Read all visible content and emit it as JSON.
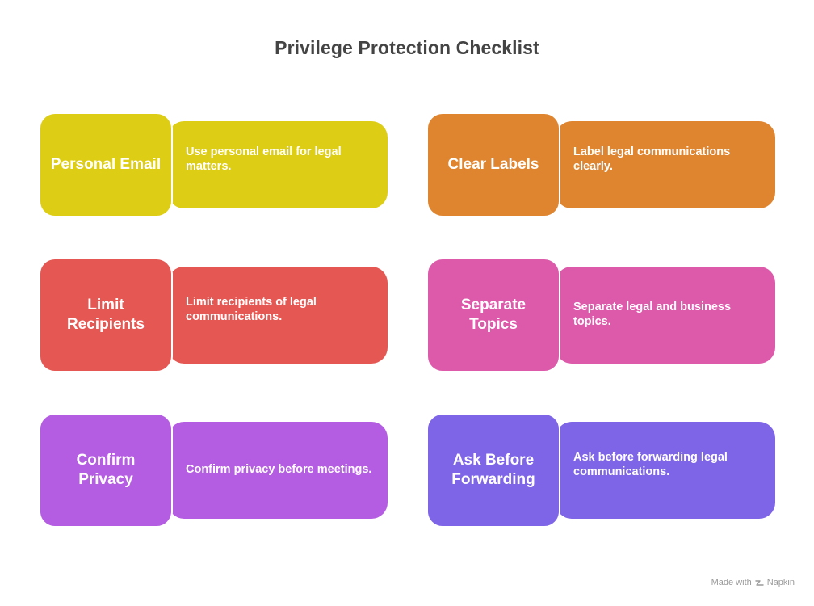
{
  "title": "Privilege Protection Checklist",
  "items": [
    {
      "label": "Personal Email",
      "description": "Use personal email for legal matters.",
      "color": "#DECD15"
    },
    {
      "label": "Clear Labels",
      "description": "Label legal communications clearly.",
      "color": "#DF8530"
    },
    {
      "label": "Limit Recipients",
      "description": "Limit recipients of legal communications.",
      "color": "#E55752"
    },
    {
      "label": "Separate Topics",
      "description": "Separate legal and business topics.",
      "color": "#DD59AA"
    },
    {
      "label": "Confirm Privacy",
      "description": "Confirm privacy before meetings.",
      "color": "#B45CE2"
    },
    {
      "label": "Ask Before Forwarding",
      "description": "Ask before forwarding legal communications.",
      "color": "#7E64E6"
    }
  ],
  "watermark": {
    "text": "Made with",
    "brand": "Napkin",
    "icon": "napkin-logo-icon"
  }
}
